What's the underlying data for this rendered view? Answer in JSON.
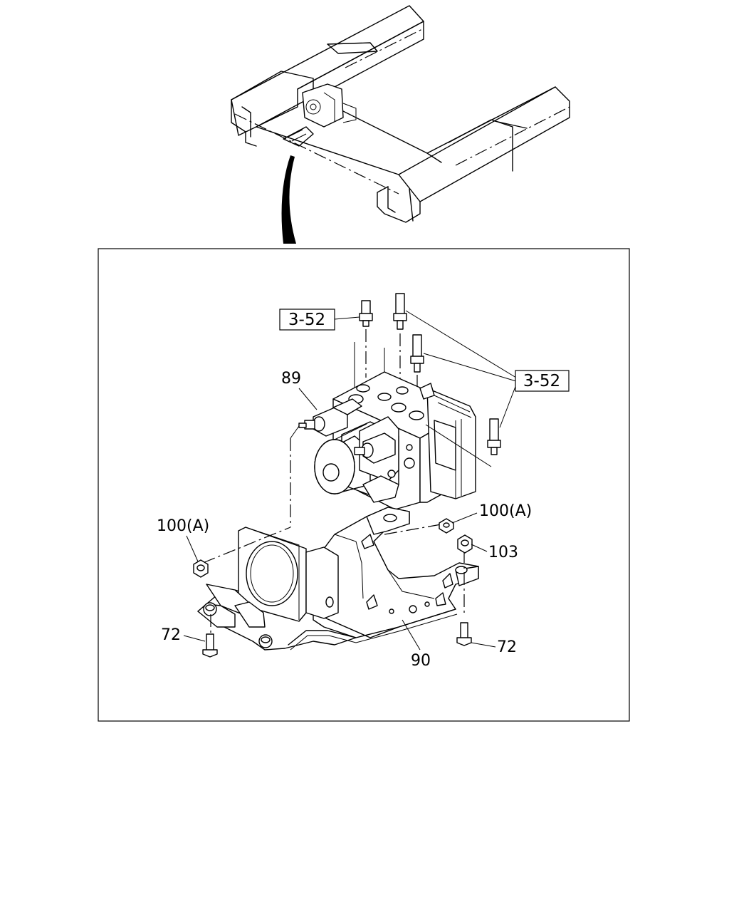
{
  "labels": {
    "ref_box_top": "3-52",
    "ref_box_right": "3-52",
    "part_89": "89",
    "part_100a_left": "100(A)",
    "part_100a_right": "100(A)",
    "part_103": "103",
    "part_72_left": "72",
    "part_72_right": "72",
    "part_90": "90"
  }
}
